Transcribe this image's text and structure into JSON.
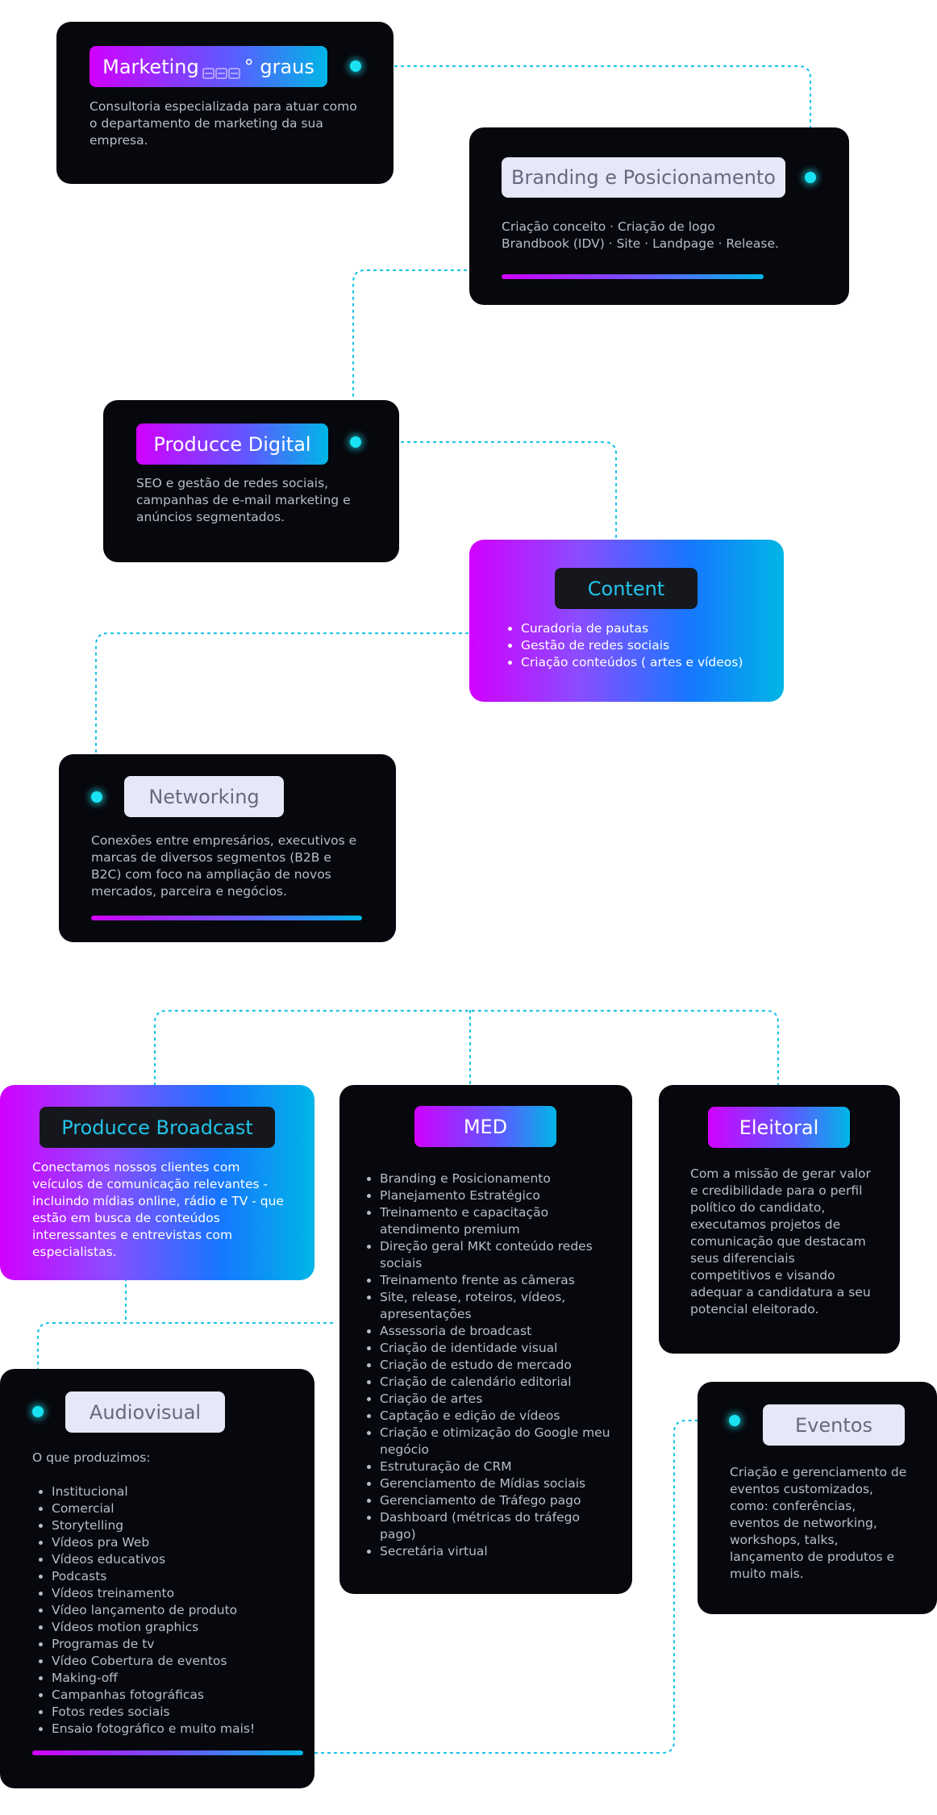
{
  "marketing": {
    "title_pre": "Marketing",
    "title_post": "° graus",
    "desc": "Consultoria especializada para atuar como o departamento de marketing da sua empresa."
  },
  "branding": {
    "title": "Branding e Posicionamento",
    "desc_line1": "Criação conceito · Criação de logo",
    "desc_line2": "Brandbook (IDV) · Site · Landpage · Release."
  },
  "digital": {
    "title": "Producce Digital",
    "desc": "SEO e gestão de redes sociais, campanhas de e-mail marketing e anúncios segmentados."
  },
  "content": {
    "title": "Content",
    "items": [
      "Curadoria de pautas",
      "Gestão de redes sociais",
      "Criação conteúdos ( artes e vídeos)"
    ]
  },
  "networking": {
    "title": "Networking",
    "desc": "Conexões entre empresários, executivos e marcas de diversos segmentos (B2B e B2C) com foco na ampliação de novos mercados, parceira e negócios."
  },
  "broadcast": {
    "title": "Producce Broadcast",
    "desc": "Conectamos nossos clientes com veículos de comunicação relevantes - incluindo mídias online, rádio e TV - que estão em busca de conteúdos interessantes e entrevistas com especialistas."
  },
  "med": {
    "title": "MED",
    "items": [
      "Branding e Posicionamento",
      "Planejamento Estratégico",
      "Treinamento e capacitação atendimento premium",
      "Direção geral MKt conteúdo redes sociais",
      "Treinamento frente as câmeras",
      "Site, release, roteiros, vídeos, apresentações",
      "Assessoria de broadcast",
      "Criação de identidade visual",
      "Criação de estudo de mercado",
      "Criação de calendário editorial",
      "Criação de artes",
      "Captação e edição de vídeos",
      "Criação e otimização do Google meu negócio",
      "Estruturação de CRM",
      "Gerenciamento de Mídias sociais",
      "Gerenciamento de Tráfego pago",
      "Dashboard (métricas do tráfego pago)",
      " Secretária virtual"
    ]
  },
  "eleitoral": {
    "title": "Eleitoral",
    "desc": "Com a missão de gerar valor e credibilidade para o perfil político do candidato, executamos projetos de comunicação que destacam seus diferenciais competitivos e visando adequar a candidatura a seu potencial eleitorado."
  },
  "audiovisual": {
    "title": "Audiovisual",
    "intro": "O que produzimos:",
    "items": [
      "Institucional",
      "Comercial",
      "Storytelling",
      "Vídeos pra Web",
      "Vídeos educativos",
      "Podcasts",
      "Vídeos treinamento",
      "Vídeo lançamento de produto",
      "Vídeos motion graphics",
      "Programas de tv",
      "Vídeo Cobertura de eventos",
      "Making-off",
      "Campanhas fotográficas",
      "Fotos redes sociais",
      "Ensaio fotográfico e muito mais!"
    ]
  },
  "eventos": {
    "title": "Eventos",
    "desc": "Criação e gerenciamento de eventos customizados, como: conferências, eventos de networking, workshops, talks, lançamento de produtos e muito mais."
  },
  "colors": {
    "card_bg": "#07080d",
    "connector": "#19c3e6",
    "gradient_start": "#d100ff",
    "gradient_end": "#00b6e6",
    "pill_light": "#e7e8f7"
  }
}
